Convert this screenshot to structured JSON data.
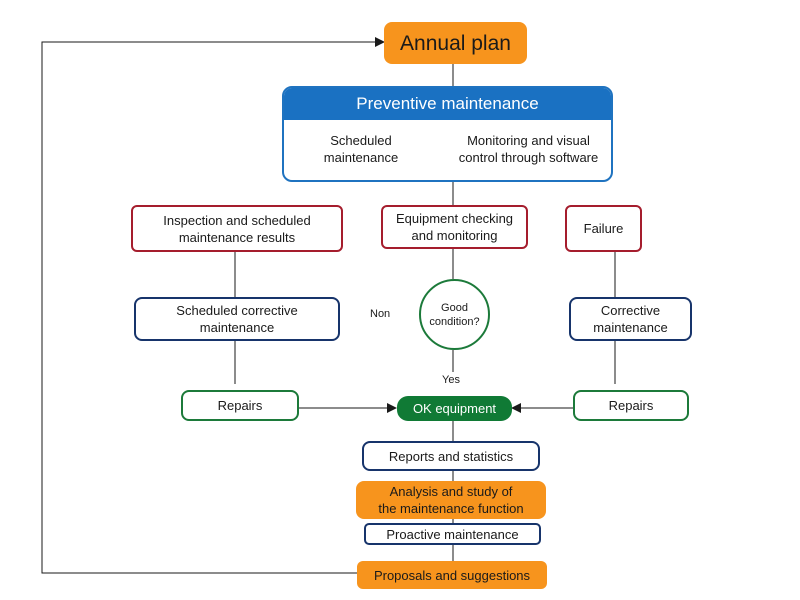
{
  "annual_plan": "Annual plan",
  "preventive": {
    "title": "Preventive maintenance",
    "left": "Scheduled\nmaintenance",
    "right": "Monitoring and visual\ncontrol through software"
  },
  "inspection": "Inspection and scheduled\nmaintenance results",
  "equipment_checking": "Equipment checking\nand monitoring",
  "failure": "Failure",
  "scheduled_corrective": "Scheduled corrective\nmaintenance",
  "decision": "Good\ncondition?",
  "label_non": "Non",
  "label_yes": "Yes",
  "corrective": "Corrective\nmaintenance",
  "repairs_left": "Repairs",
  "ok_equipment": "OK equipment",
  "repairs_right": "Repairs",
  "reports": "Reports and statistics",
  "analysis": "Analysis and study of\nthe maintenance function",
  "proactive": "Proactive maintenance",
  "proposals": "Proposals and suggestions",
  "colors": {
    "orange": "#f7941d",
    "blue": "#1a71c2",
    "red": "#a51d2d",
    "navy": "#17346b",
    "green": "#1c7a3a",
    "green_fill": "#107a35"
  }
}
